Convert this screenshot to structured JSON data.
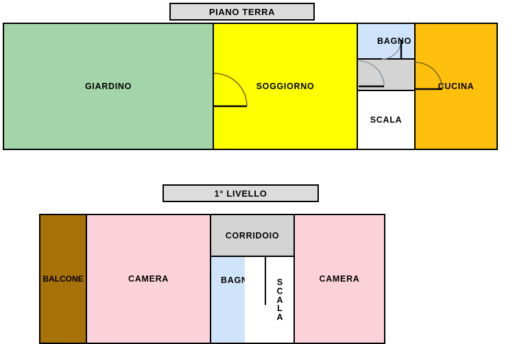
{
  "document": {
    "type": "floor-plan",
    "language": "it",
    "background_color": "#ffffff",
    "outline_color": "#000000"
  },
  "floors": [
    {
      "id": "piano-terra",
      "title": "PIANO TERRA",
      "rooms": [
        {
          "key": "giardino",
          "label": "GIARDINO",
          "color": "#a3d5a8"
        },
        {
          "key": "soggiorno",
          "label": "SOGGIORNO",
          "color": "#ffff00"
        },
        {
          "key": "bagno",
          "label": "BAGNO",
          "color": "#cfe4fa"
        },
        {
          "key": "disimpegno",
          "label": "",
          "color": "#d4d4d4"
        },
        {
          "key": "scala",
          "label": "SCALA",
          "color": "#ffffff"
        },
        {
          "key": "cucina",
          "label": "CUCINA",
          "color": "#ffc00d"
        }
      ]
    },
    {
      "id": "primo-livello",
      "title": "1° LIVELLO",
      "rooms": [
        {
          "key": "balcone",
          "label": "BALCONE",
          "color": "#a8720a"
        },
        {
          "key": "camera-sx",
          "label": "CAMERA",
          "color": "#fcd2da"
        },
        {
          "key": "corridoio",
          "label": "CORRIDOIO",
          "color": "#d4d4d4"
        },
        {
          "key": "bagno",
          "label": "BAGNO",
          "color": "#cfe4fa"
        },
        {
          "key": "scala",
          "label": "SCALA",
          "color": "#ffffff",
          "label_letters": [
            "S",
            "C",
            "A",
            "L",
            "A"
          ]
        },
        {
          "key": "camera-dx",
          "label": "CAMERA",
          "color": "#fcd2da"
        }
      ]
    }
  ],
  "doors": [
    {
      "key": "giardino-soggiorno",
      "floor": "piano-terra",
      "swing": "left-down"
    },
    {
      "key": "bagno-disimpegno",
      "floor": "piano-terra",
      "swing": "down-left"
    },
    {
      "key": "disimpegno-scala",
      "floor": "piano-terra",
      "swing": "left-down"
    },
    {
      "key": "disimpegno-cucina",
      "floor": "piano-terra",
      "swing": "left-down"
    }
  ]
}
